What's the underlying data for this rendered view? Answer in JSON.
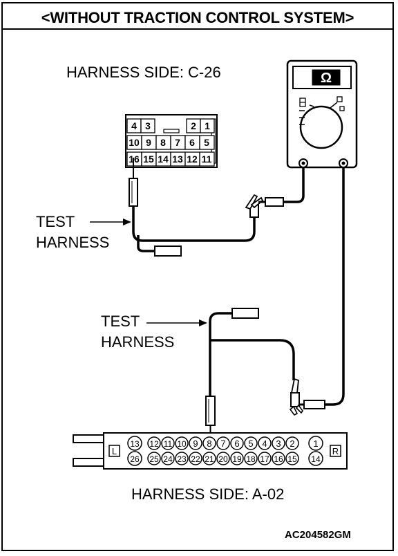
{
  "title": "<WITHOUT TRACTION CONTROL SYSTEM>",
  "labels": {
    "harness_c26": "HARNESS SIDE: C-26",
    "harness_a02": "HARNESS SIDE: A-02",
    "test_harness_1": [
      "TEST",
      "HARNESS"
    ],
    "test_harness_2": [
      "TEST",
      "HARNESS"
    ],
    "figure_code": "AC204582GM"
  },
  "meter": {
    "display_symbol": "Ω"
  },
  "connector_c26": {
    "rows": [
      [
        "4",
        "3",
        "",
        "",
        "2",
        "1"
      ],
      [
        "10",
        "9",
        "8",
        "7",
        "6",
        "5"
      ],
      [
        "16",
        "15",
        "14",
        "13",
        "12",
        "11"
      ]
    ]
  },
  "connector_a02": {
    "side_left": "L",
    "side_right": "R",
    "top_row": [
      "13",
      "12",
      "11",
      "10",
      "9",
      "8",
      "7",
      "6",
      "5",
      "4",
      "3",
      "2",
      "1"
    ],
    "bottom_row": [
      "26",
      "25",
      "24",
      "23",
      "22",
      "21",
      "20",
      "19",
      "18",
      "17",
      "16",
      "15",
      "14"
    ]
  }
}
